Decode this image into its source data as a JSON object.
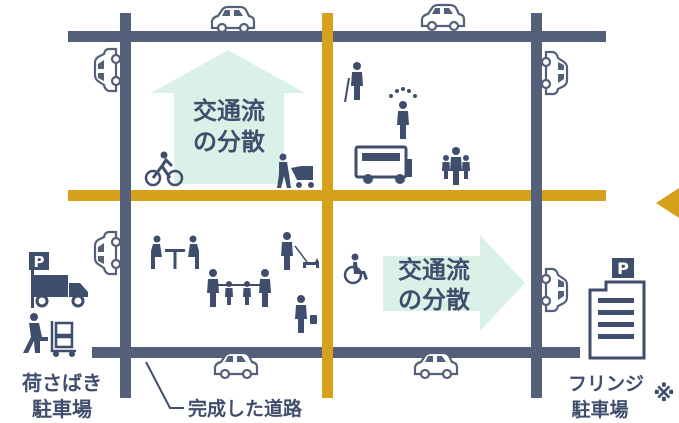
{
  "flow_label_1": {
    "line1": "交通流",
    "line2": "の分散"
  },
  "flow_label_2": {
    "line1": "交通流",
    "line2": "の分散"
  },
  "loading_parking": {
    "sign": "P",
    "line1": "荷さばき",
    "line2": "駐車場"
  },
  "fringe_parking": {
    "sign": "P",
    "line1": "フリンジ",
    "line2": "駐車場",
    "note_mark": "※"
  },
  "completed_road_label": "完成した道路",
  "colors": {
    "road_navy": "#546079",
    "road_gold": "#d6a21e",
    "arrow_mint": "#d9f1e6",
    "icon_navy": "#3f4e6c",
    "offscreen_arrow": "#d6a21e"
  },
  "icons": [
    "car-icon",
    "pedestrian-with-cane-icon",
    "juggler-icon",
    "food-truck-icon",
    "group-of-people-icon",
    "cyclist-icon",
    "stroller-icon",
    "cafe-table-icon",
    "family-holding-hands-icon",
    "dog-walker-icon",
    "wheelchair-icon",
    "shopper-icon",
    "delivery-truck-icon",
    "handcart-worker-icon",
    "parking-building-icon"
  ]
}
